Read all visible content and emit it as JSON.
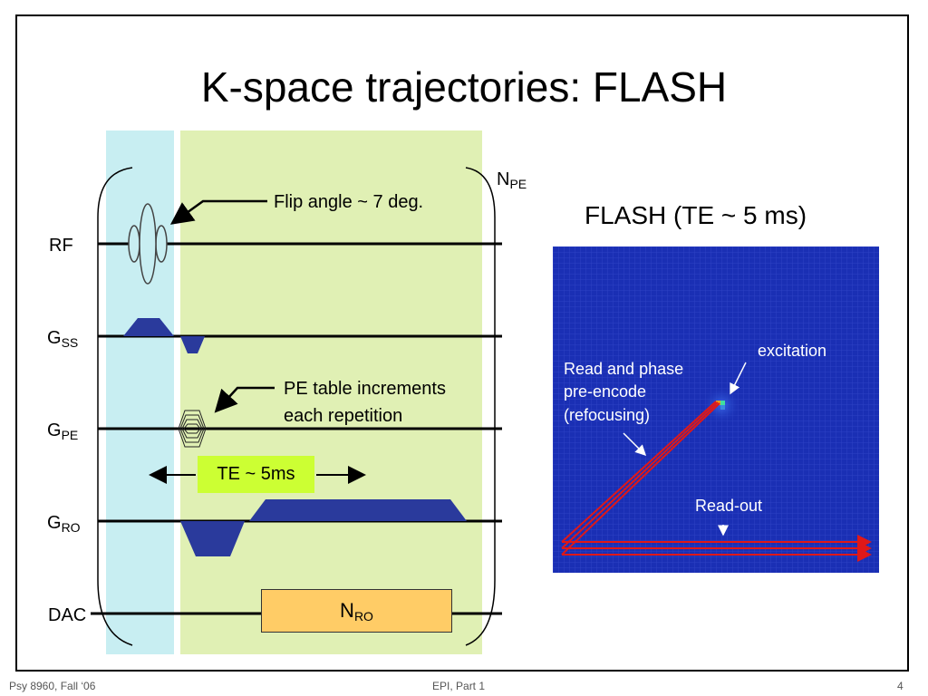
{
  "slide": {
    "title": "K-space trajectories:  FLASH",
    "footer_left": "Psy 8960, Fall ‘06",
    "footer_center": "EPI, Part 1",
    "footer_right": "4"
  },
  "sequence": {
    "rows": [
      {
        "main": "RF",
        "sub": ""
      },
      {
        "main": "G",
        "sub": "SS"
      },
      {
        "main": "G",
        "sub": "PE"
      },
      {
        "main": "G",
        "sub": "RO"
      },
      {
        "main": "DAC",
        "sub": ""
      }
    ],
    "repeat_main": "N",
    "repeat_sub": "PE",
    "flip_angle_note": "Flip angle ~ 7 deg.",
    "pe_note_line1": "PE table increments",
    "pe_note_line2": "each repetition",
    "te_label": "TE ~ 5ms",
    "readout_main": "N",
    "readout_sub": "RO",
    "colors": {
      "excitation_band": "#c8eef2",
      "acquisition_band": "#e0f0b4",
      "gradient_fill": "#2a3a9c",
      "te_box": "#ccff33",
      "readout_box": "#ffcc66"
    }
  },
  "kspace": {
    "title": "FLASH (TE ~ 5 ms)",
    "label_excitation": "excitation",
    "label_prephase_1": "Read and phase",
    "label_prephase_2": "pre-encode",
    "label_prephase_3": "(refocusing)",
    "label_readout": "Read-out",
    "colors": {
      "background": "#1a2fb4",
      "grid": "#3246c8",
      "trajectory": "#e01818"
    }
  }
}
